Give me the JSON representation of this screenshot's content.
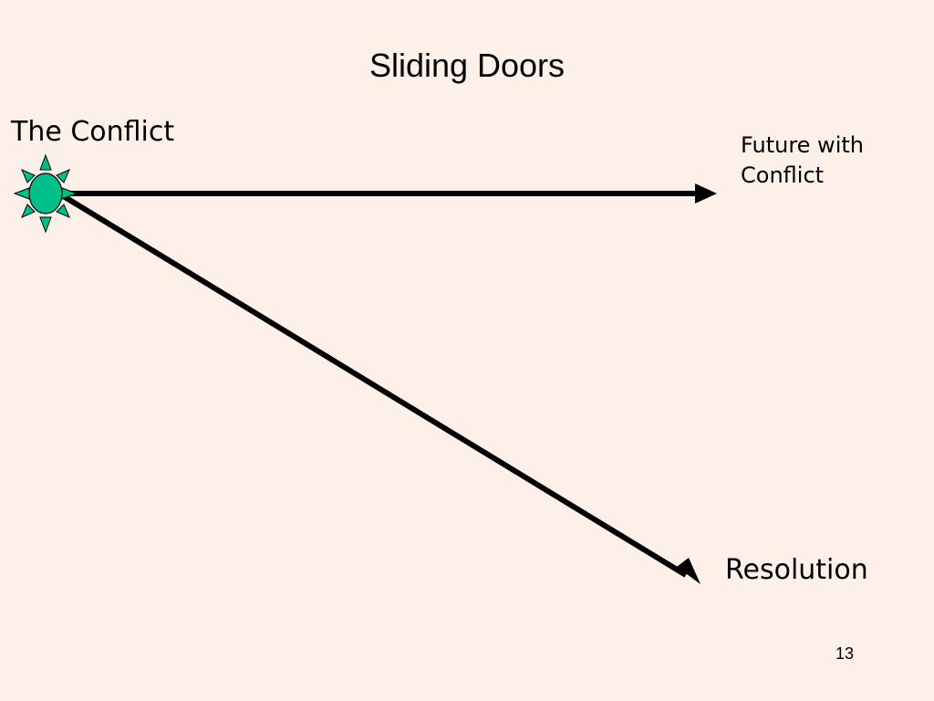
{
  "slide": {
    "title": "Sliding Doors",
    "page_number": "13",
    "background_color": "#fdf0e8"
  },
  "diagram": {
    "start_label": "The Conflict",
    "start_icon": "sun-icon",
    "sun_color": "#00c08a",
    "arrows": [
      {
        "target_label": "Future with Conflict",
        "target_label_lines": [
          "Future with",
          "Conflict"
        ]
      },
      {
        "target_label": "Resolution"
      }
    ],
    "arrow_color": "#000000"
  }
}
